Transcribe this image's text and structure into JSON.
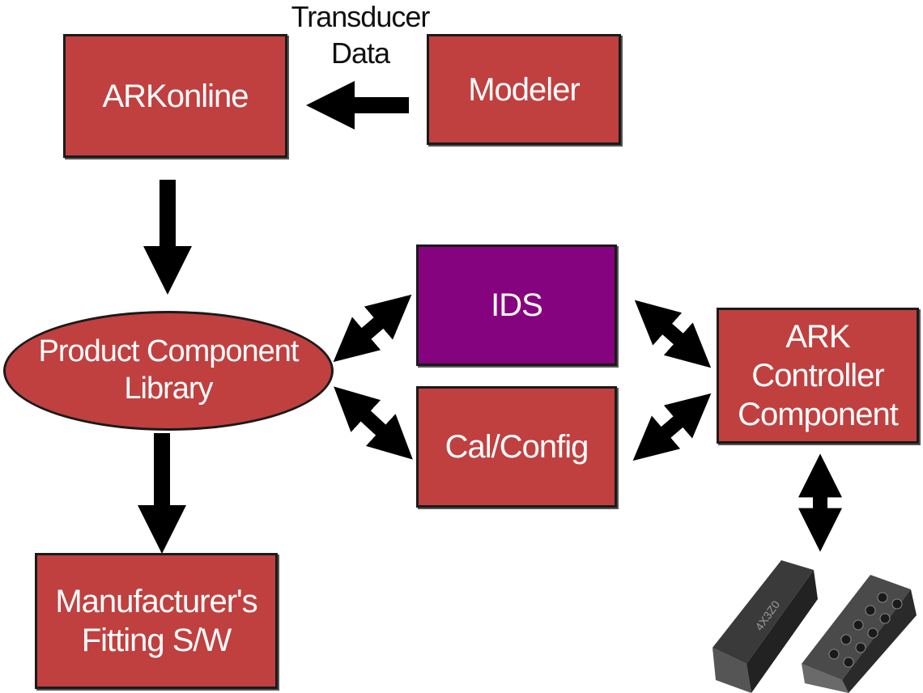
{
  "colors": {
    "box_fill": "#c0403f",
    "ids_fill": "#86037f",
    "text": "#ffffff",
    "arrow": "#000000"
  },
  "nodes": {
    "arkonline": "ARKonline",
    "modeler": "Modeler",
    "pcl": "Product Component\nLibrary",
    "ids": "IDS",
    "cal_config": "Cal/Config",
    "ark_controller": "ARK\nController\nComponent",
    "fitting": "Manufacturer's\nFitting S/W"
  },
  "labels": {
    "transducer": "Transducer\nData"
  },
  "hardware": {
    "chip_label": "4X3Z0",
    "icon": "chip-hardware-image"
  }
}
